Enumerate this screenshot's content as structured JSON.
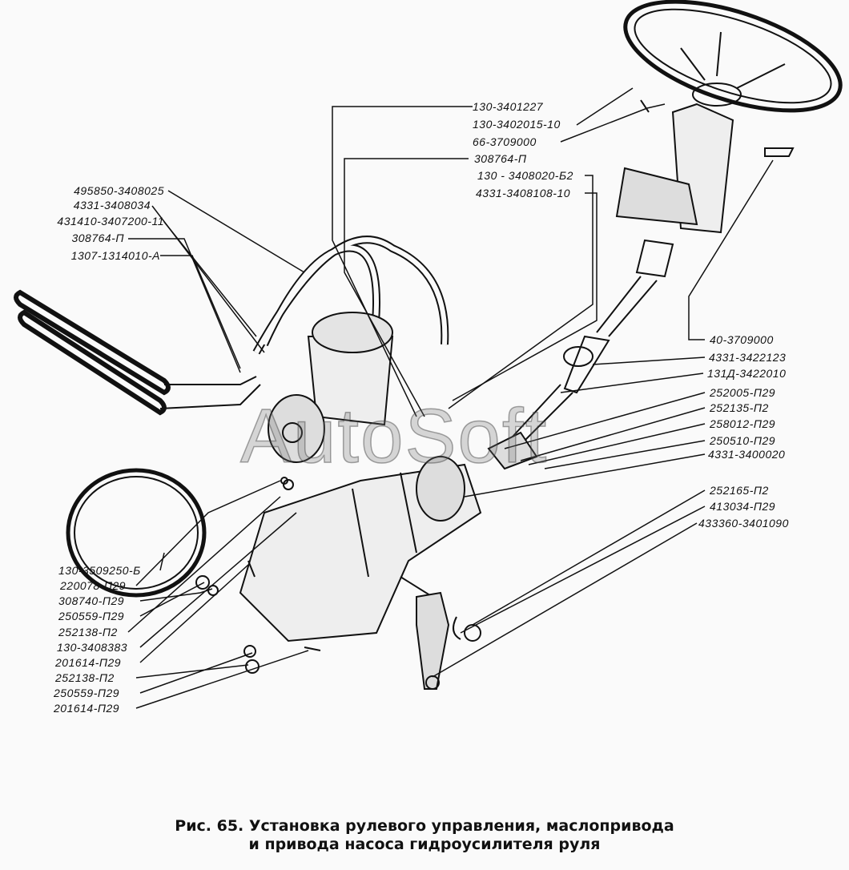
{
  "watermark": "AutoSoft",
  "labels_top": [
    "130-3401227",
    "130-3402015-10",
    "66-3709000",
    "308764-П",
    "130 - 3408020-Б2",
    "4331-3408108-10"
  ],
  "labels_left": [
    "495850-3408025",
    "4331-3408034",
    "431410-3407200-11",
    "308764-П",
    "1307-1314010-А"
  ],
  "labels_right": [
    "40-3709000",
    "4331-3422123",
    "131Д-3422010",
    "252005-П29",
    "252135-П2",
    "258012-П29",
    "250510-П29",
    "4331-3400020",
    "252165-П2",
    "413034-П29",
    "433360-3401090"
  ],
  "labels_bottom_left": [
    "130-3509250-Б",
    "220078-П29",
    "308740-П29",
    "250559-П29",
    "252138-П2",
    "130-3408383",
    "201614-П29",
    "252138-П2",
    "250559-П29",
    "201614-П29"
  ],
  "caption": {
    "line1": "Рис. 65. Установка рулевого управления, маслопривода",
    "line2": "и привода насоса гидроусилителя руля"
  }
}
